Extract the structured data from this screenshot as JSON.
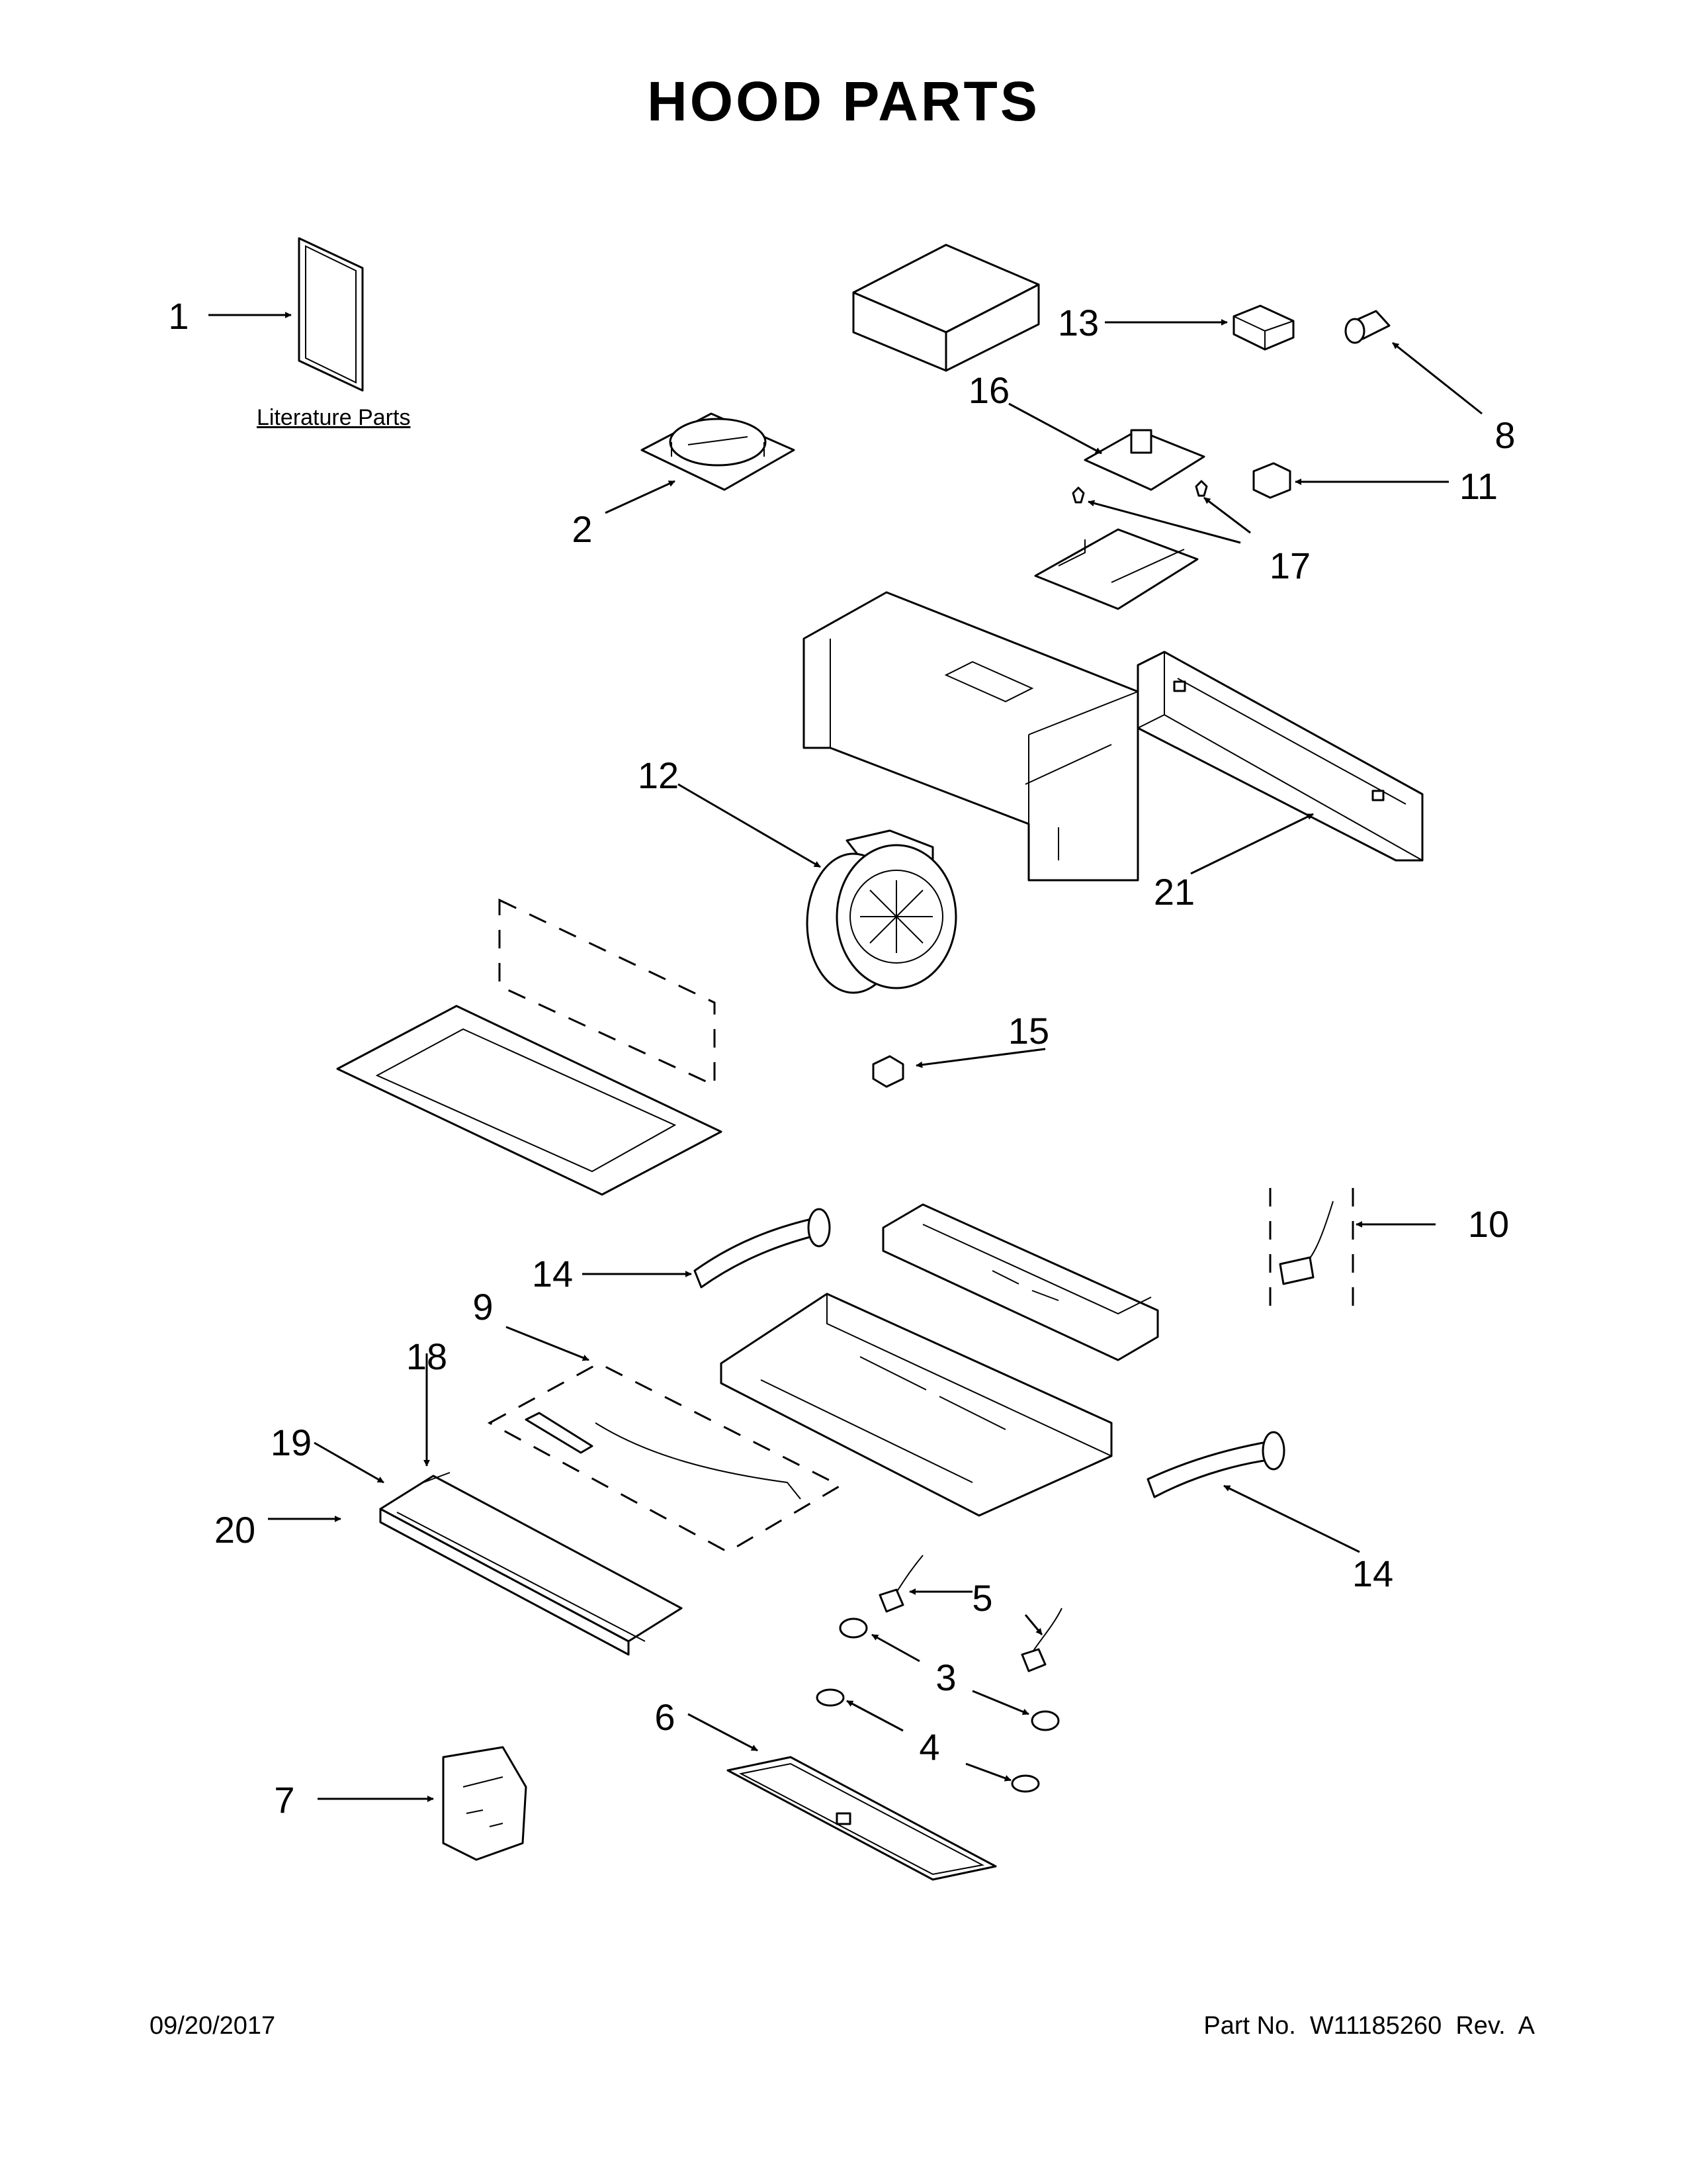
{
  "title": "HOOD PARTS",
  "literature_label": "Literature Parts",
  "callouts": {
    "c1": "1",
    "c2": "2",
    "c3": "3",
    "c4": "4",
    "c5": "5",
    "c6": "6",
    "c7": "7",
    "c8": "8",
    "c9": "9",
    "c10": "10",
    "c11": "11",
    "c12": "12",
    "c13": "13",
    "c14a": "14",
    "c14b": "14",
    "c15": "15",
    "c16": "16",
    "c17": "17",
    "c18": "18",
    "c19": "19",
    "c20": "20",
    "c21": "21"
  },
  "footer": {
    "date": "09/20/2017",
    "part_number": "Part No.  W11185260  Rev.  A"
  }
}
